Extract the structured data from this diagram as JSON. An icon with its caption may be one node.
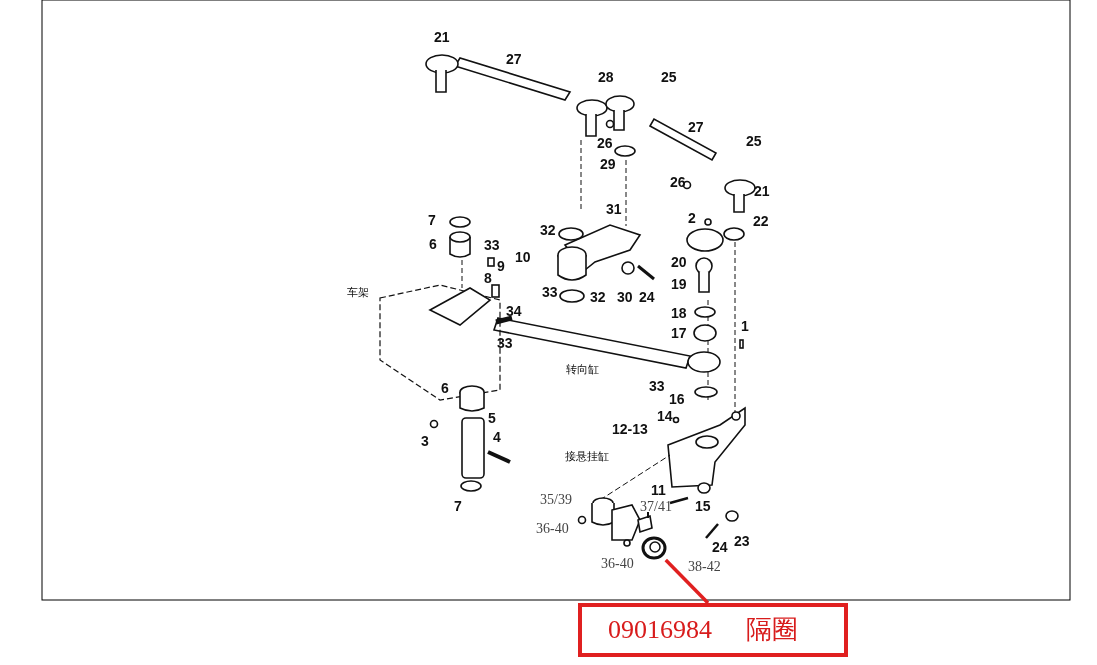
{
  "diagram": {
    "nodes": [
      {
        "text": [
          "09016984",
          "隔圈"
        ]
      },
      {
        "text": [],
        "shape": "picture"
      }
    ],
    "edges": [
      {
        "from": 1,
        "to": 0,
        "arrow": "none",
        "color": "#e02020"
      }
    ],
    "labels": [
      "21",
      "27",
      "28",
      "25",
      "27",
      "26",
      "25",
      "29",
      "26",
      "21",
      "31",
      "7",
      "2",
      "22",
      "32",
      "6",
      "33",
      "10",
      "9",
      "20",
      "8",
      "19",
      "车架",
      "33",
      "32",
      "30",
      "24",
      "34",
      "18",
      "1",
      "17",
      "33",
      "转向缸",
      "6",
      "33",
      "16",
      "5",
      "14",
      "12-13",
      "4",
      "3",
      "接悬挂缸",
      "11",
      "7",
      "35/39",
      "37/41",
      "15",
      "36-40",
      "23",
      "24",
      "36-40",
      "38-42"
    ]
  }
}
